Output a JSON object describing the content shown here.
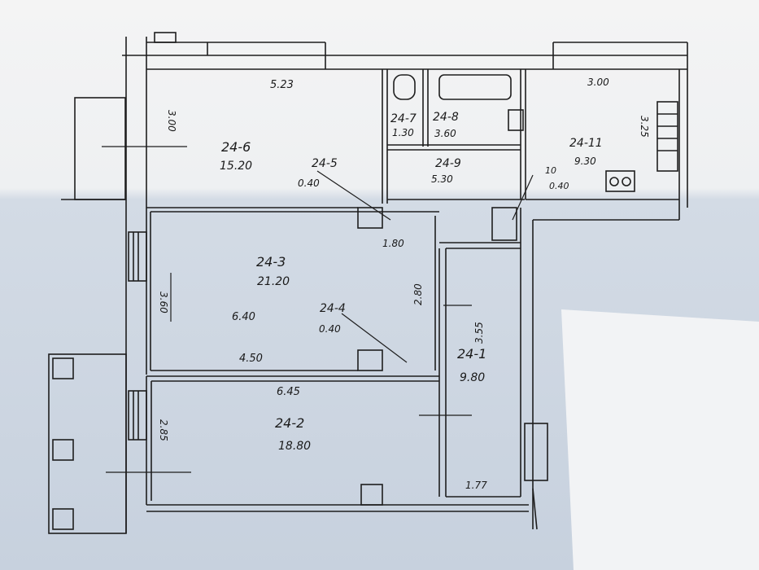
{
  "plan": {
    "rooms": [
      {
        "id": "24-6",
        "area": "15.20"
      },
      {
        "id": "24-5",
        "area": "0.40"
      },
      {
        "id": "24-7",
        "area": "1.30"
      },
      {
        "id": "24-8",
        "area": "3.60"
      },
      {
        "id": "24-9",
        "area": "5.30"
      },
      {
        "id": "24-11",
        "area": "9.30"
      },
      {
        "id": "24-10",
        "area": "0.40"
      },
      {
        "id": "24-3",
        "area": "21.20"
      },
      {
        "id": "24-4",
        "area": "0.40"
      },
      {
        "id": "24-1",
        "area": "9.80"
      },
      {
        "id": "24-2",
        "area": "18.80"
      }
    ],
    "dimensions": [
      "5.23",
      "3.00",
      "3.00",
      "3.25",
      "1.80",
      "2.80",
      "3.60",
      "6.40",
      "4.50",
      "6.45",
      "3.55",
      "2.85",
      "1.77"
    ],
    "short_labels": {
      "ten": "10"
    },
    "colors": {
      "ink": "#1e1e1e",
      "paper": "#ffffff",
      "shadow": "#c9d3df"
    }
  }
}
